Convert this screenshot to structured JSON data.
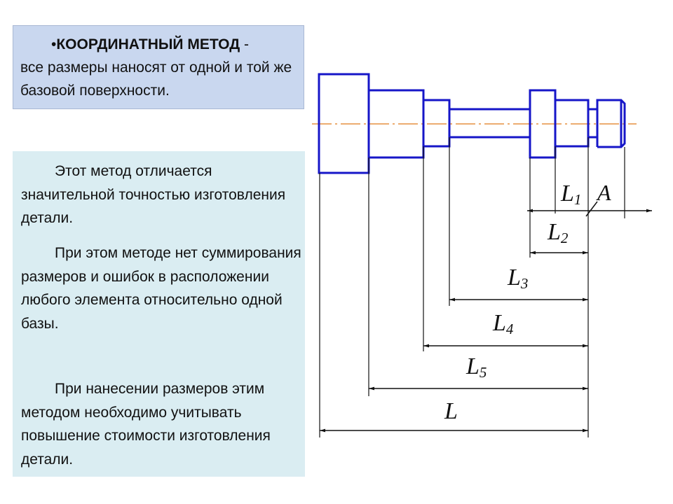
{
  "title_box": {
    "heading": "КООРДИНАТНЫЙ МЕТОД",
    "dash": " -",
    "text": "все размеры наносят от одной и той же базовой поверхности."
  },
  "body_box": {
    "paragraphs": [
      "Этот метод отличается значительной точностью изготовления детали.",
      "При этом методе нет суммирования размеров и ошибок в расположении любого элемента относительно одной базы.",
      "При нанесении размеров этим методом необходимо учитывать повышение стоимости изготовления детали."
    ]
  },
  "drawing": {
    "labels": {
      "L1": {
        "main": "L",
        "sub": "1"
      },
      "L2": {
        "main": "L",
        "sub": "2"
      },
      "L3": {
        "main": "L",
        "sub": "3"
      },
      "L4": {
        "main": "L",
        "sub": "4"
      },
      "L5": {
        "main": "L",
        "sub": "5"
      },
      "L": {
        "main": "L",
        "sub": ""
      },
      "A": {
        "main": "A",
        "sub": ""
      }
    },
    "colors": {
      "shaft": "#1616c8",
      "axis": "#e07a1a",
      "dim": "#111111"
    }
  }
}
